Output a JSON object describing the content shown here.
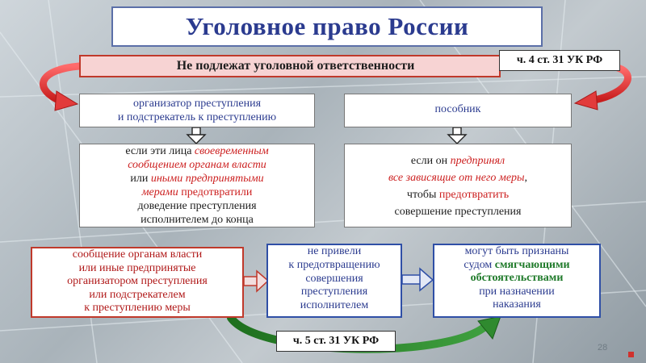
{
  "title": "Уголовное право России",
  "banner": {
    "text": "Не подлежат уголовной ответственности",
    "reference": "ч. 4 ст. 31 УК РФ"
  },
  "roles": {
    "organizer": [
      "организатор преступления",
      "и подстрекатель к преступлению"
    ],
    "accomplice": "пособник"
  },
  "conditions": {
    "organizer": {
      "l1_a": "если эти лица ",
      "l1_b": "своевременным",
      "l2": "сообщением органам власти",
      "l3_a": "или ",
      "l3_b": "иными предпринятыми",
      "l4_a": "мерами",
      "l4_b": " предотвратили",
      "l5": "доведение преступления",
      "l6": "исполнителем до конца"
    },
    "accomplice": {
      "l1_a": "если он ",
      "l1_b": "предпринял",
      "l2_a": "все зависящие от него меры",
      "l2_b": ",",
      "l3_a": "чтобы ",
      "l3_b": "предотвратить",
      "l4": "совершение преступления"
    }
  },
  "bottom": {
    "report": [
      "сообщение органам власти",
      "или иные предпринятые",
      "организатором преступления",
      "или подстрекателем",
      "к преступлению меры"
    ],
    "not_prevented": [
      "не привели",
      "к предотвращению",
      "совершения",
      "преступления",
      "исполнителем"
    ],
    "mitigating": {
      "l1": "могут быть признаны",
      "l2_a": "судом ",
      "l2_b": "смягчающими",
      "l3": "обстоятельствами",
      "l4": "при назначении",
      "l5": "наказания"
    },
    "reference": "ч. 5 ст. 31 УК РФ"
  },
  "page_number": "28",
  "colors": {
    "title_text": "#2b3b8f",
    "emphasis_red": "#cc1f1f",
    "emphasis_green": "#1f7a2a",
    "border_red": "#c0392b",
    "border_blue": "#2f4fa6",
    "arrow_red": "#e23b3b",
    "arrow_green": "#2f8a2f"
  },
  "icons": [
    "curved-arrow-left-icon",
    "curved-arrow-right-icon",
    "down-arrow-icon",
    "right-arrow-icon",
    "curved-arrow-bottom-icon"
  ]
}
